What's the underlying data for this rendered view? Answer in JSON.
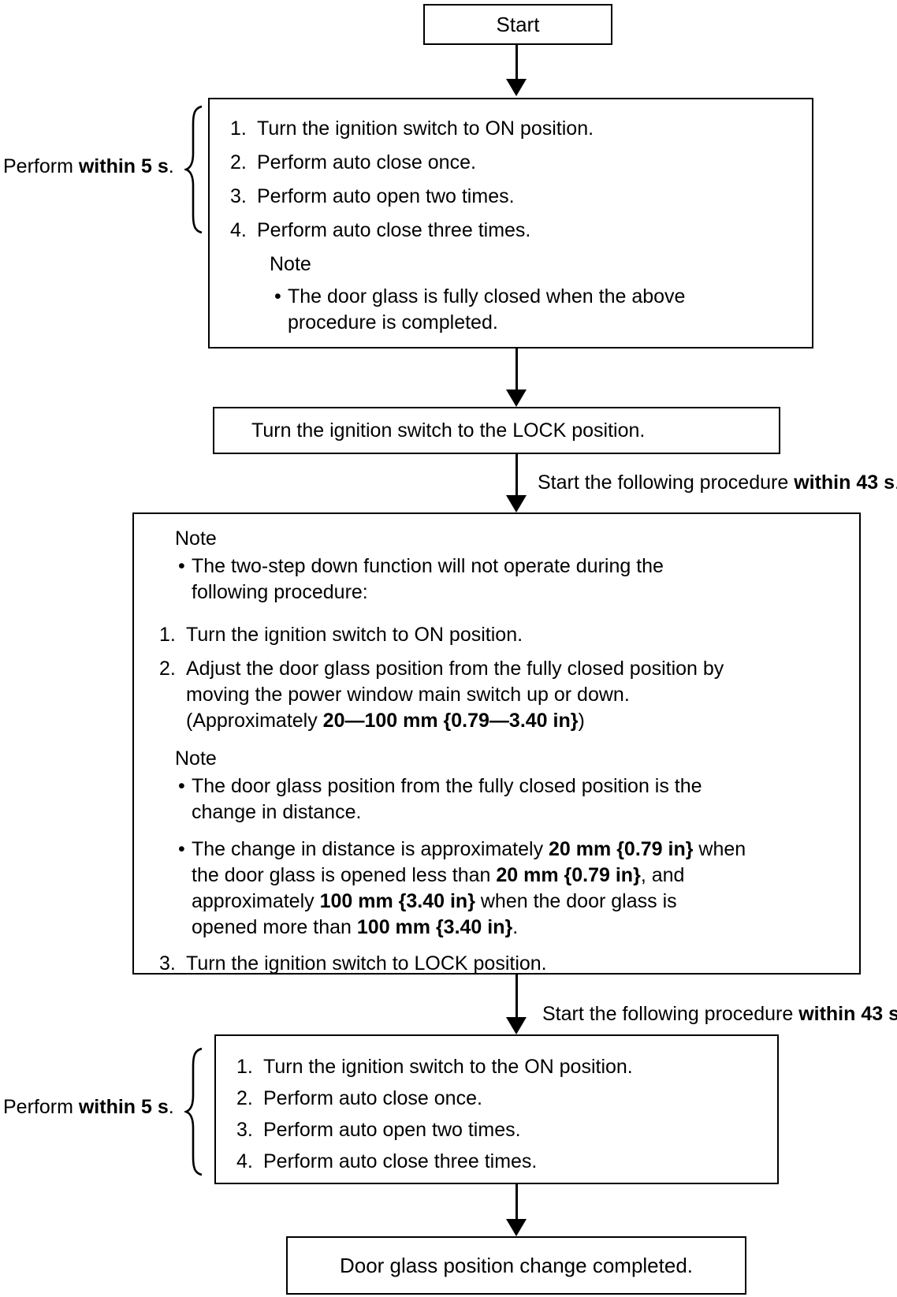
{
  "glyphs": {
    "bullet": "•"
  },
  "flow": {
    "start_label": "Start",
    "perform_label": [
      {
        "t": "Perform "
      },
      {
        "t": "within 5 s",
        "b": true
      },
      {
        "t": "."
      }
    ],
    "timer_label": [
      {
        "t": "Start the following procedure "
      },
      {
        "t": "within 43 s",
        "b": true
      },
      {
        "t": "."
      }
    ],
    "box1": {
      "steps": [
        {
          "num": "1.",
          "text": "Turn the ignition switch to ON position."
        },
        {
          "num": "2.",
          "text": "Perform auto close once."
        },
        {
          "num": "3.",
          "text": "Perform auto open two times."
        },
        {
          "num": "4.",
          "text": "Perform auto close three times."
        }
      ],
      "note_title": "Note",
      "note_bullet": "The door glass is fully closed when the above\nprocedure is completed."
    },
    "lock_box_text": "Turn the ignition switch to the LOCK position.",
    "big_box": {
      "note1_title": "Note",
      "note1_bullet": "The two-step down function will not operate during the\nfollowing procedure:",
      "step1_num": "1.",
      "step1_text": "Turn the ignition switch to ON position.",
      "step2_num": "2.",
      "step2_rich": [
        {
          "t": "Adjust the door glass position from the fully closed position by\nmoving the power window main switch up or down.\n(Approximately "
        },
        {
          "t": "20—100 mm {0.79—3.40 in}",
          "b": true
        },
        {
          "t": ")"
        }
      ],
      "note2_title": "Note",
      "note2_bullet1": "The door glass position from the fully closed position is the\nchange in distance.",
      "note2_bullet2": [
        {
          "t": "The change in distance is approximately "
        },
        {
          "t": "20 mm {0.79 in}",
          "b": true
        },
        {
          "t": " when\nthe door glass is opened less than "
        },
        {
          "t": "20 mm {0.79 in}",
          "b": true
        },
        {
          "t": ", and\napproximately "
        },
        {
          "t": "100 mm {3.40 in}",
          "b": true
        },
        {
          "t": " when the door glass is\nopened more than "
        },
        {
          "t": "100 mm {3.40 in}",
          "b": true
        },
        {
          "t": "."
        }
      ],
      "step3_num": "3.",
      "step3_text": "Turn the ignition switch to LOCK position."
    },
    "box4": {
      "steps": [
        {
          "num": "1.",
          "text": "Turn the ignition switch to the ON position."
        },
        {
          "num": "2.",
          "text": "Perform auto close once."
        },
        {
          "num": "3.",
          "text": "Perform auto open two times."
        },
        {
          "num": "4.",
          "text": "Perform auto close three times."
        }
      ]
    },
    "end_box_text": "Door glass position change completed."
  }
}
